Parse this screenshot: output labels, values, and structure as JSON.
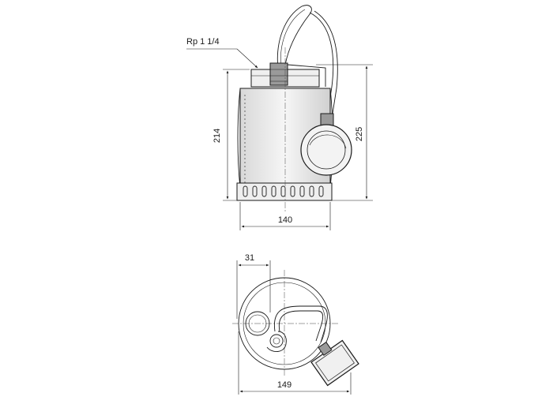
{
  "labels": {
    "thread": "Rp 1 1/4",
    "height_body": "214",
    "height_total": "225",
    "width_side": "140",
    "offset_top": "31",
    "width_top": "149"
  }
}
